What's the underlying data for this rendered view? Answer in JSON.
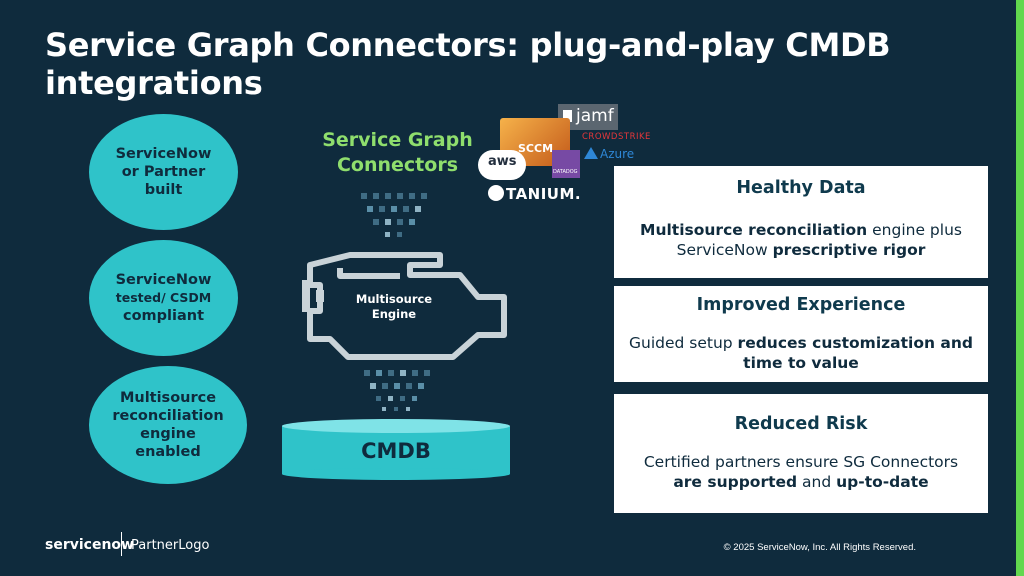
{
  "slide": {
    "title": "Service Graph Connectors: plug-and-play CMDB integrations",
    "ovals": [
      {
        "lines": [
          "ServiceNow",
          "or Partner",
          "built"
        ]
      },
      {
        "lines": [
          "ServiceNow",
          "tested/ CSDM",
          "compliant"
        ]
      },
      {
        "lines": [
          "Multisource",
          "reconciliation",
          "engine",
          "enabled"
        ]
      }
    ],
    "sg_connectors_label": "Service Graph Connectors",
    "engine_label": [
      "Multisource",
      "Engine"
    ],
    "cmdb_label": "CMDB",
    "partner_logos": [
      "jamf",
      "SCCM",
      "CROWDSTRIKE",
      "Azure",
      "aws",
      "DATADOG",
      "TANIUM."
    ],
    "cards": [
      {
        "heading": "Healthy Data",
        "body": [
          [
            {
              "t": "Multisource reconciliation",
              "b": true
            },
            {
              "t": " engine plus",
              "b": false
            }
          ],
          [
            {
              "t": "ServiceNow ",
              "b": false
            },
            {
              "t": "prescriptive rigor",
              "b": true
            }
          ]
        ]
      },
      {
        "heading": "Improved Experience",
        "body": [
          [
            {
              "t": "Guided setup ",
              "b": false
            },
            {
              "t": "reduces customization and",
              "b": true
            }
          ],
          [
            {
              "t": "time to value",
              "b": true
            }
          ]
        ]
      },
      {
        "heading": "Reduced Risk",
        "body": [
          [
            {
              "t": "Certified partners ensure SG Connectors",
              "b": false
            }
          ],
          [
            {
              "t": "are supported",
              "b": true
            },
            {
              "t": " and ",
              "b": false
            },
            {
              "t": "up-to-date",
              "b": true
            }
          ]
        ]
      }
    ],
    "footer": {
      "brand": "servicenow",
      "partner": "PartnerLogo",
      "copyright": "© 2025 ServiceNow, Inc. All Rights Reserved."
    },
    "colors": {
      "background": "#0f2b3d",
      "accent_green": "#62d84e",
      "oval_teal": "#2fc3c9",
      "heading_green": "#8fde6d"
    }
  }
}
